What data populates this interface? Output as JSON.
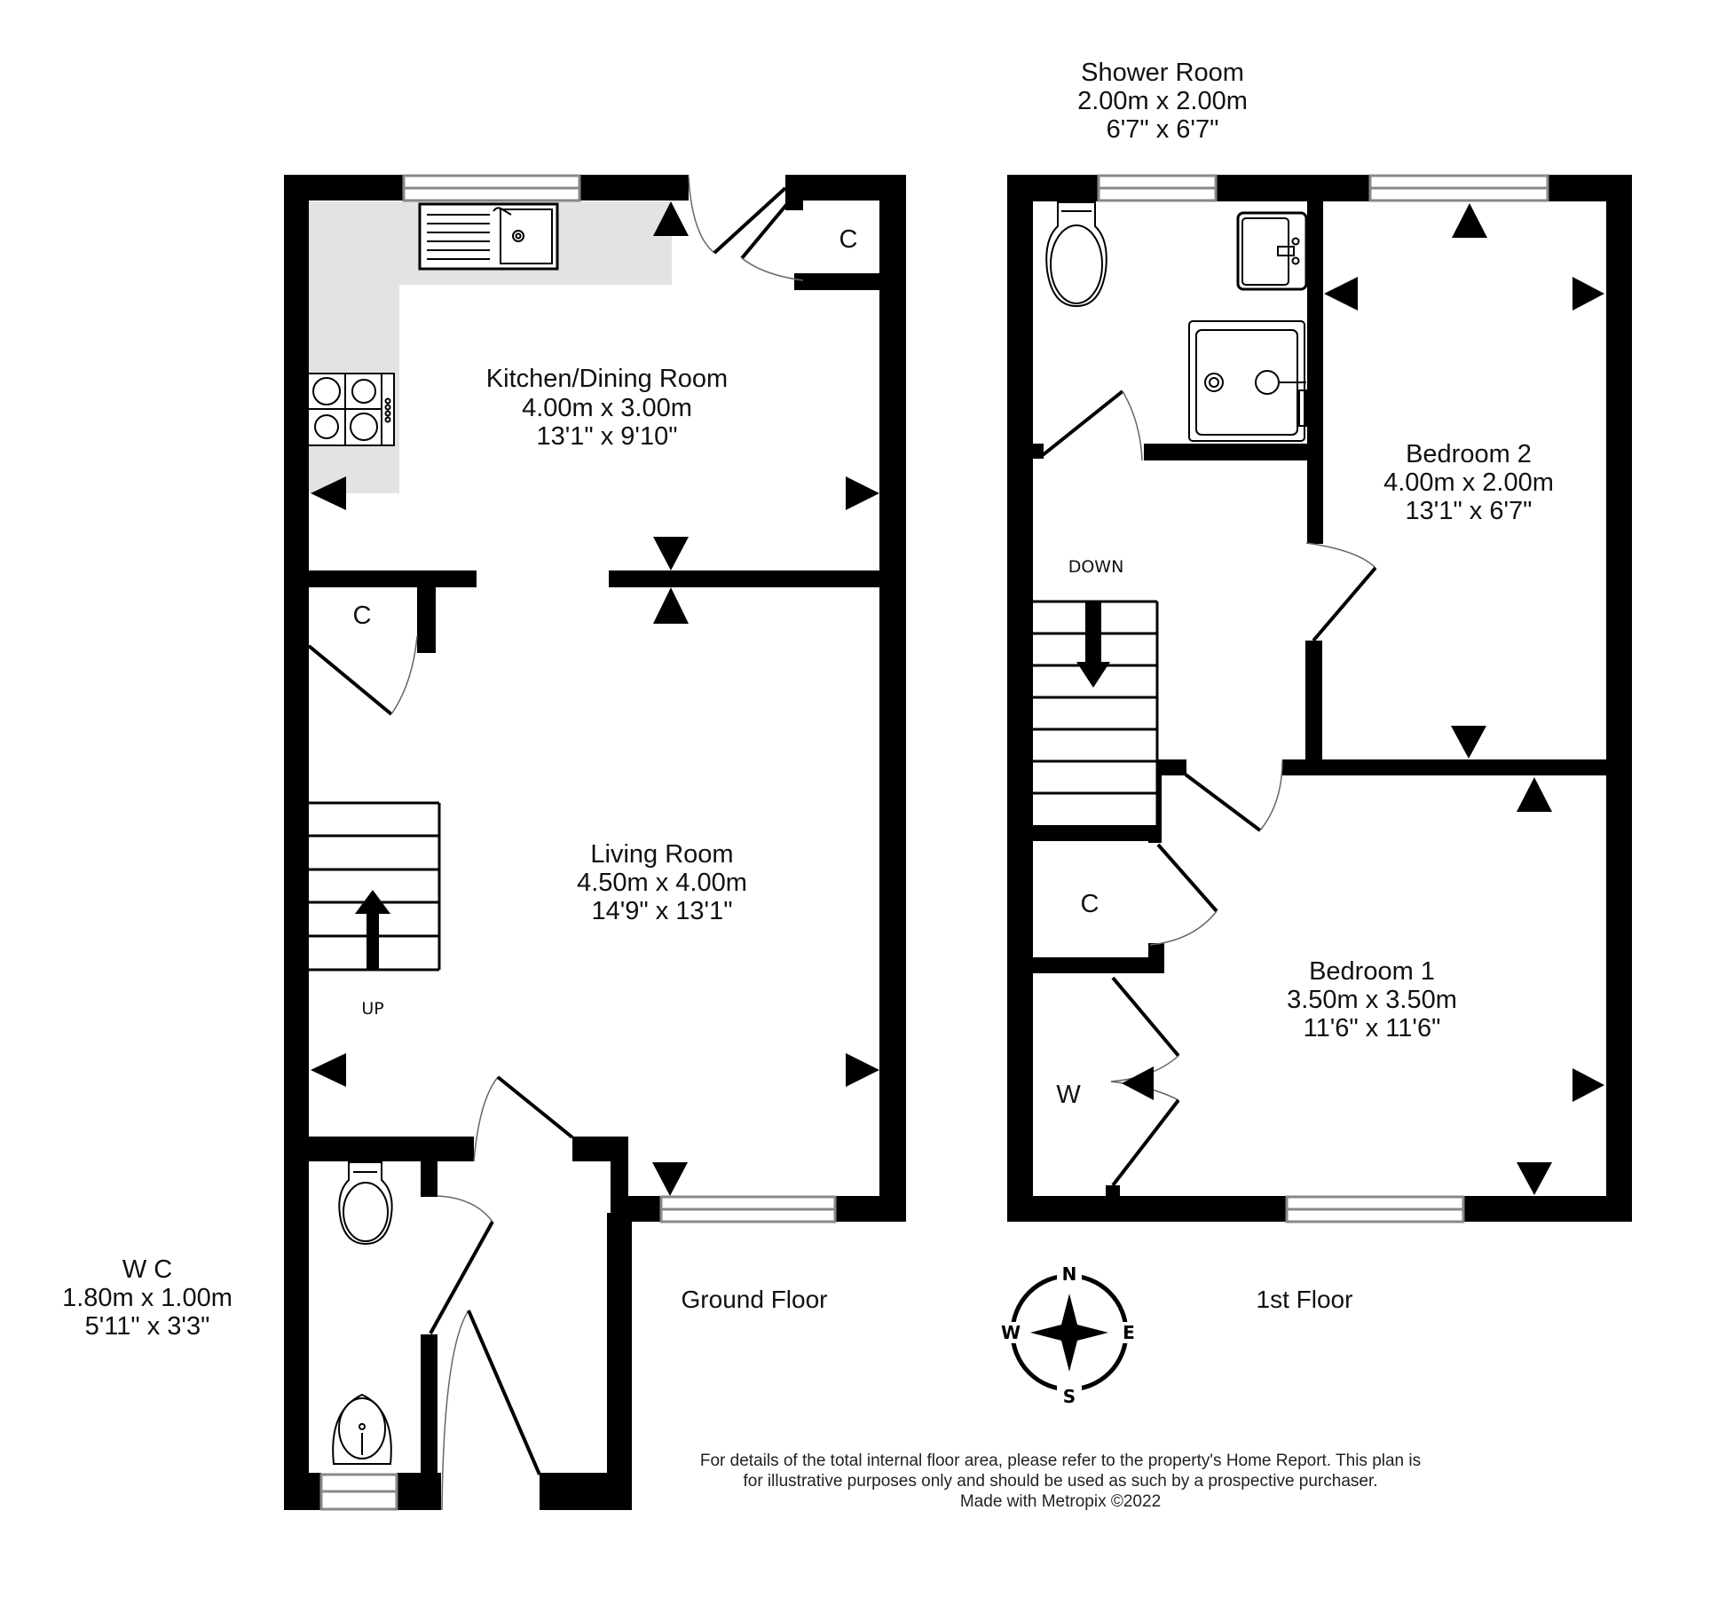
{
  "colors": {
    "wall": "#000000",
    "worktop": "#e3e3e3",
    "window_frame": "#888888",
    "background": "#ffffff"
  },
  "ground_floor": {
    "title": "Ground Floor",
    "rooms": {
      "kitchen": {
        "name": "Kitchen/Dining Room",
        "metric": "4.00m  x 3.00m",
        "imperial": "13'1\"  x 9'10\""
      },
      "living": {
        "name": "Living Room",
        "metric": "4.50m  x 4.00m",
        "imperial": "14'9\"  x 13'1\""
      },
      "wc": {
        "name": "W C",
        "metric": "1.80m  x 1.00m",
        "imperial": "5'11\"  x 3'3\""
      }
    },
    "cupboard_kitchen": "C",
    "cupboard_living": "C",
    "stairs_label": "UP",
    "stairs_direction": "up"
  },
  "first_floor": {
    "title": "1st Floor",
    "rooms": {
      "shower": {
        "name": "Shower Room",
        "metric": "2.00m  x 2.00m",
        "imperial": "6'7\"  x 6'7\""
      },
      "bedroom2": {
        "name": "Bedroom 2",
        "metric": "4.00m  x 2.00m",
        "imperial": "13'1\"  x 6'7\""
      },
      "bedroom1": {
        "name": "Bedroom 1",
        "metric": "3.50m  x 3.50m",
        "imperial": "11'6\"  x 11'6\""
      }
    },
    "cupboard_landing": "C",
    "wardrobe": "W",
    "stairs_label": "DOWN",
    "stairs_direction": "down"
  },
  "compass": {
    "n": "N",
    "e": "E",
    "s": "S",
    "w": "W",
    "icon": "compass-rose-icon"
  },
  "disclaimer": {
    "line1": "For details of the total internal floor area, please refer to the property's Home Report. This plan is",
    "line2": "for illustrative purposes only and should be used as such by a prospective purchaser.",
    "line3": "Made with Metropix ©2022"
  }
}
